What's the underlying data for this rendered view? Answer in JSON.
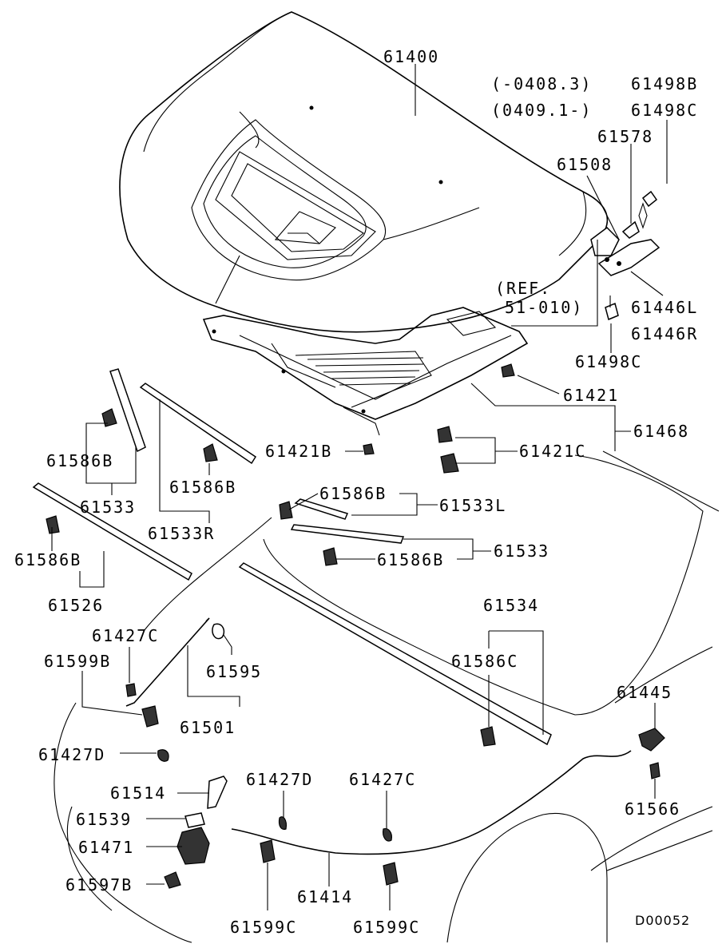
{
  "callouts": {
    "hood": "61400",
    "range_a": "(-0408.3)",
    "range_b": "(0409.1-)",
    "bolt_b": "61498B",
    "bolt_c": "61498C",
    "nut": "61578",
    "bracket": "61508",
    "ref_1": "(REF.",
    "ref_2": "51-010)",
    "hinge_l": "61446L",
    "hinge_r": "61446R",
    "bolt_c2": "61498C",
    "clip_421": "61421",
    "insulator": "61468",
    "clip_421b": "61421B",
    "clip_421c": "61421C",
    "clip_586b_1": "61586B",
    "seal_533": "61533",
    "clip_586b_2": "61586B",
    "seal_533r": "61533R",
    "clip_586b_3": "61586B",
    "seal_533l": "61533L",
    "clip_586b_4": "61586B",
    "seal_533b": "61533",
    "clip_586b_5": "61586B",
    "seal_526": "61526",
    "seal_534": "61534",
    "clip_586c": "61586C",
    "clip_427c": "61427C",
    "clip_599b": "61599B",
    "grommet": "61595",
    "prop_rod": "61501",
    "clip_427d": "61427D",
    "bumper": "61445",
    "screw": "61566",
    "lever": "61514",
    "clip_427d2": "61427D",
    "clip_427c2": "61427C",
    "spring": "61539",
    "latch": "61471",
    "cable": "61414",
    "bolt_597b": "61597B",
    "clip_599c_1": "61599C",
    "clip_599c_2": "61599C",
    "drawing_code": "D00052"
  }
}
